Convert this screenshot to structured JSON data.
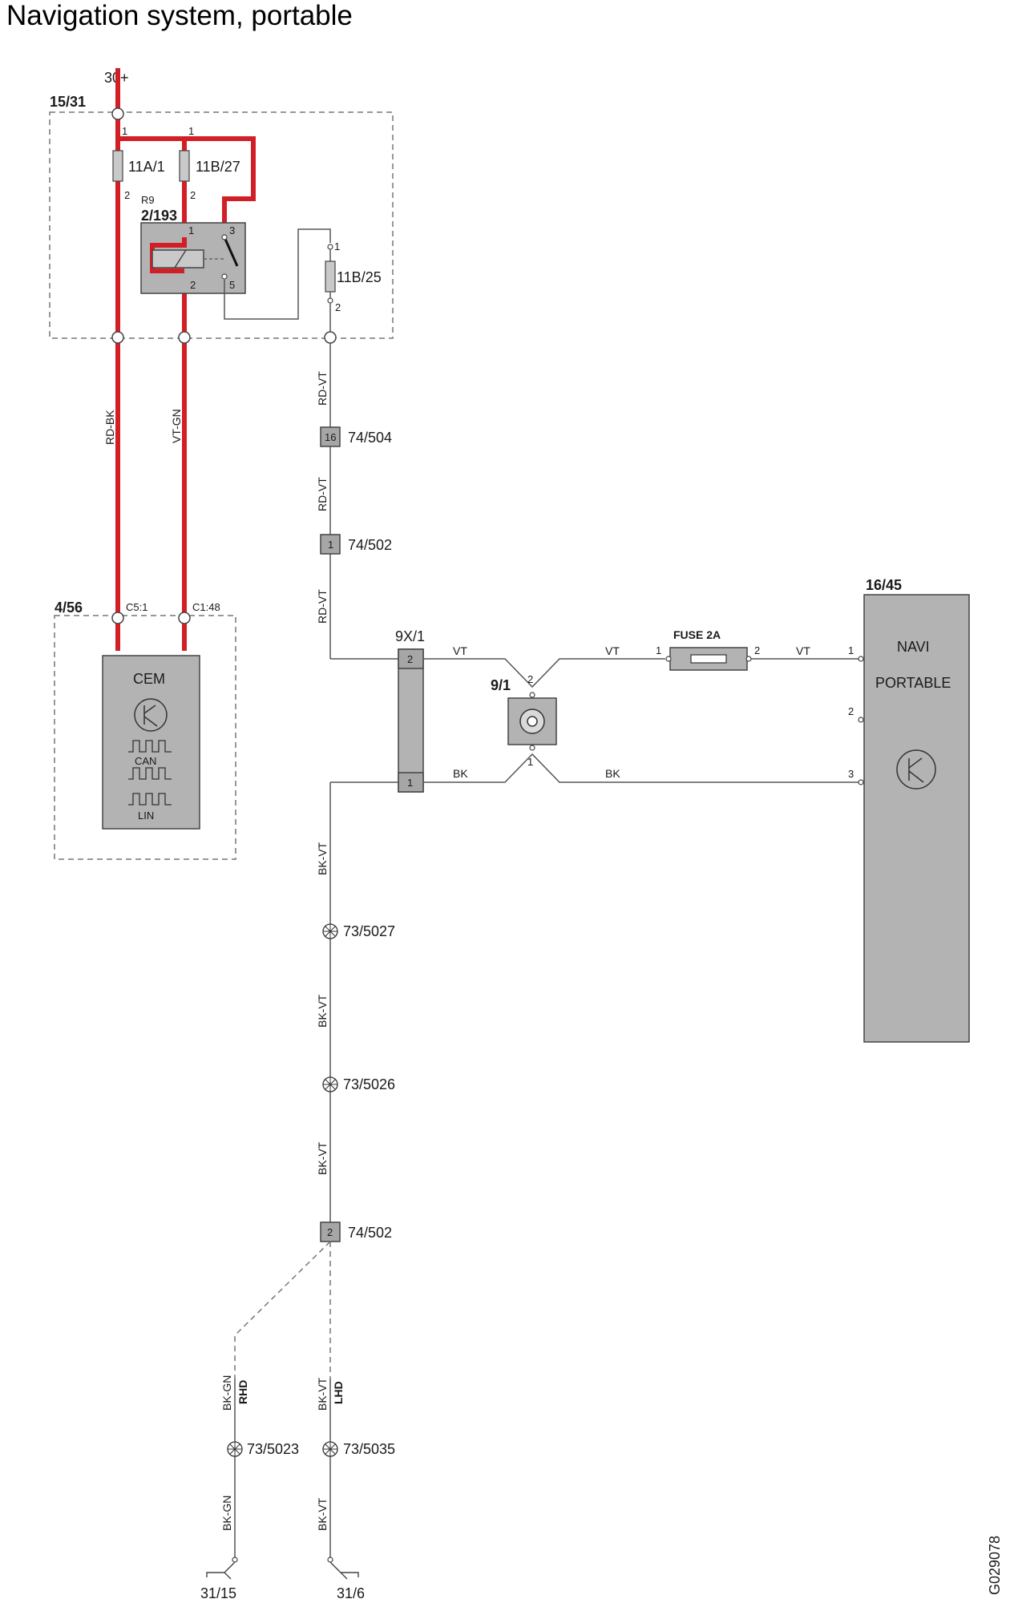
{
  "title": "Navigation system, portable",
  "figure_id": "G029078",
  "colors": {
    "power_wire": "#d21f26",
    "signal_wire": "#555555",
    "component_fill": "#b3b3b3"
  },
  "supply": "30+",
  "ground_rhd": "31/15",
  "ground_lhd": "31/6",
  "box_1531": {
    "label": "15/31",
    "fuse_a": "11A/1",
    "fuse_b": "11B/27",
    "fuse_c": "11B/25",
    "relay_ref": "R9",
    "relay_id": "2/193"
  },
  "cem": {
    "box_id": "4/56",
    "name": "CEM",
    "pin_c51": "C5:1",
    "pin_c148": "C1:48",
    "can": "CAN",
    "lin": "LIN"
  },
  "navi": {
    "box_id": "16/45",
    "line1": "NAVI",
    "line2": "PORTABLE"
  },
  "fuse2a": "FUSE 2A",
  "conn_9x1": "9X/1",
  "conn_91": "9/1",
  "connectors": {
    "c74504": "74/504",
    "c74502a": "74/502",
    "c74502b": "74/502",
    "pin16": "16",
    "pin1": "1",
    "pin2": "2"
  },
  "splices": {
    "s5027": "73/5027",
    "s5026": "73/5026",
    "s5023": "73/5023",
    "s5035": "73/5035"
  },
  "wires": {
    "rd_bk": "RD-BK",
    "vt_gn": "VT-GN",
    "rd_vt": "RD-VT",
    "vt": "VT",
    "bk": "BK",
    "bk_vt": "BK-VT",
    "bk_gn": "BK-GN"
  },
  "variants": {
    "rhd": "RHD",
    "lhd": "LHD"
  },
  "pins": {
    "p1": "1",
    "p2": "2",
    "p3": "3",
    "p5": "5"
  }
}
